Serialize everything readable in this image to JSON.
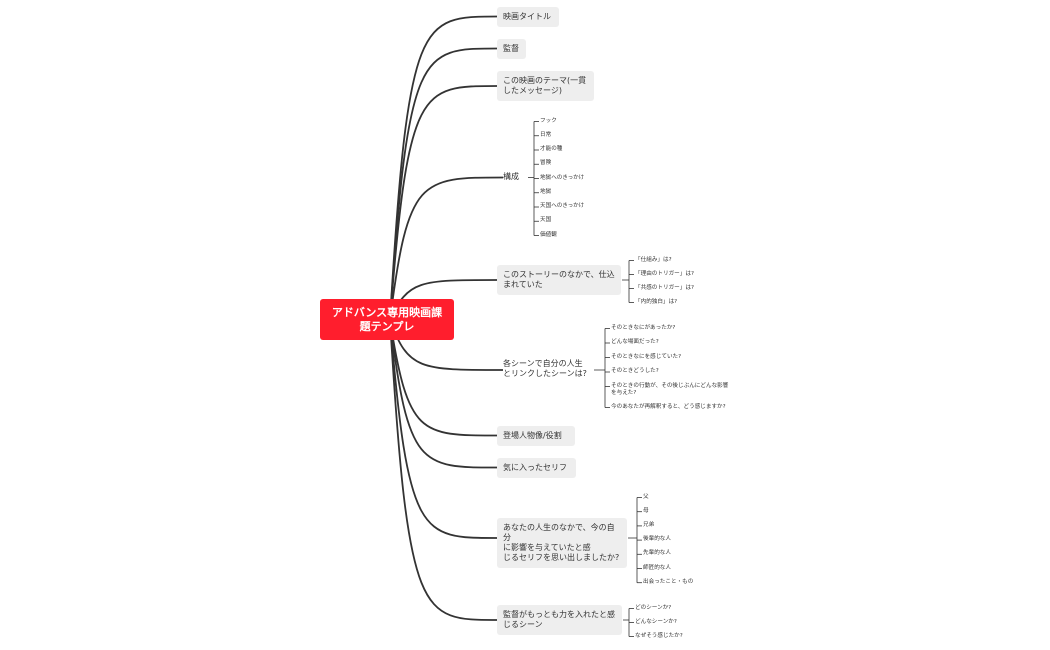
{
  "root": {
    "title": "アドバンス専用映画課\n題テンプレ"
  },
  "topics": [
    {
      "label": "映画タイトル",
      "children": []
    },
    {
      "label": "監督",
      "children": []
    },
    {
      "label": "この映画のテーマ(一貫\nしたメッセージ)",
      "children": []
    },
    {
      "label": "構成",
      "children": [
        "フック",
        "日常",
        "才能の種",
        "冒険",
        "地獄へのきっかけ",
        "地獄",
        "天国へのきっかけ",
        "天国",
        "価値観"
      ]
    },
    {
      "label": "このストーリーのなかで、仕込\nまれていた",
      "children": [
        "「仕組み」は?",
        "「理由のトリガー」は?",
        "「共感のトリガー」は?",
        "「内的独白」は?"
      ]
    },
    {
      "label": "各シーンで自分の人生\nとリンクしたシーンは?",
      "children": [
        "そのときなにがあったか?",
        "どんな場面だった?",
        "そのときなにを感じていた?",
        "そのときどうした?",
        "そのときの行動が、その後じぶんにどんな影響\nを与えた?",
        "今のあなたが再解釈すると、どう感じますか?"
      ]
    },
    {
      "label": "登場人物像/役割",
      "children": []
    },
    {
      "label": "気に入ったセリフ",
      "children": []
    },
    {
      "label": "あなたの人生のなかで、今の自分\nに影響を与えていたと感\nじるセリフを思い出しましたか?",
      "children": [
        "父",
        "母",
        "兄弟",
        "後輩的な人",
        "先輩的な人",
        "師匠的な人",
        "出会ったこと・もの"
      ]
    },
    {
      "label": "監督がもっとも力を入れたと感\nじるシーン",
      "children": [
        "どのシーンか?",
        "どんなシーンか?",
        "なぜそう感じたか?"
      ]
    }
  ],
  "colors": {
    "root_fill": "#ff1e2d",
    "topic_fill": "#eeeeee",
    "line": "#333333"
  }
}
